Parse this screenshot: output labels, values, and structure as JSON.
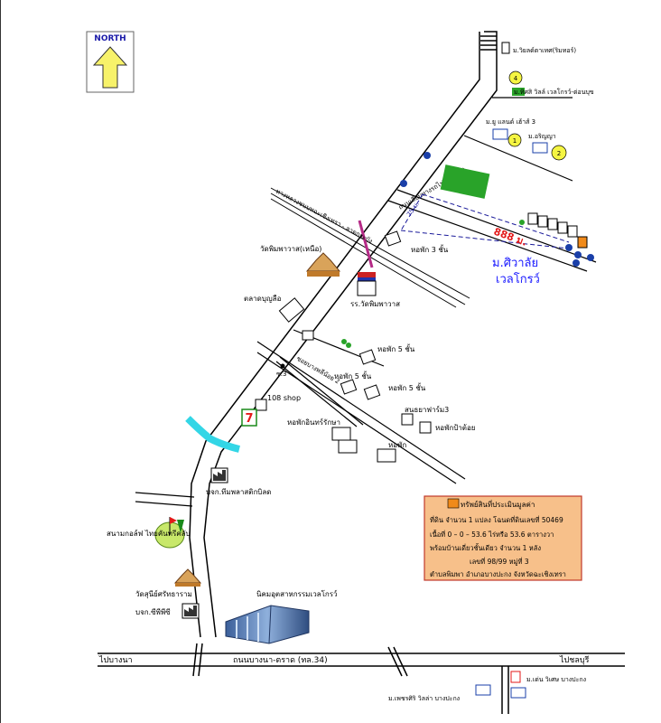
{
  "north_label": "NORTH",
  "labels": {
    "village_top": "ม.วิยลด์ตาเทศ(ริมทอร์)",
    "village_a": "ม.ทิศสิ วิลล์ เวลโกรว์-ต่อนบุข",
    "village_b": "ม.ยู แลนด์ เฮ้าส์ 3",
    "village_c": "ม.อริญญา",
    "road_diag_main": "ถนนเลียบทางรถไฟ (ร.ฟ.ท.)",
    "road_diag_left": "ทางหลวงชนบทฉะเชิงเทรา - ลาดกระบัง",
    "wat_north": "วัดพิมพาวาส(เหนือ)",
    "dorm_3": "หอพัก 3 ชั้น",
    "school": "รร.วัดพิมพาวาส",
    "market": "ตลาดบุญลือ",
    "dorm_5a": "หอพัก 5 ชั้น",
    "dorm_5b": "หอพัก 5 ชั้น",
    "dorm_5c": "หอพัก 5 ชั้น",
    "soi_3": "ซ.3",
    "soi_phimpha": "ซอยบางพลีน้อย 2",
    "shop_108": "108 shop",
    "dorm_inpaya": "หอพักอินทร์รักษา",
    "farm": "สนธยาฟาร์ม3",
    "dorm_pa": "หอพักป้าต้อย",
    "dorm": "หอพัก",
    "company_1": "บจก.ทีมพลาสติกบิลด",
    "golf": "สนามกอล์ฟ ไทยคันทรีคลับ",
    "wat_sri": "วัดสุนีย์ศรัทธาราม",
    "company_2": "บจก.ซีพีพีซี",
    "industrial": "นิคมอุตสาหกรรมเวลโกรว์",
    "to_bangna": "ไปบางนา",
    "road_main": "ถนนบางนา-ตราด (ทล.34)",
    "to_chonburi": "ไปชลบุรี",
    "village_d": "ม.เพชรศิริ วิลล่า บางปะกง",
    "village_e": "ม.เด่น วิเศษ บางปะกง",
    "distance": "888 ม.",
    "distance_small": "75 ม.",
    "target_name_1": "ม.ศิวาลัย",
    "target_name_2": "เวลโกรว์",
    "map_marker_4": "4",
    "map_marker_1": "1",
    "map_marker_2": "2",
    "seven_eleven": "7"
  },
  "property_info": {
    "title": "ทรัพย์สินที่ประเมินมูลค่า",
    "line1": "ที่ดิน  จำนวน 1 แปลง โฉนดที่ดินเลขที่ 50469",
    "line2": "เนื้อที่ 0 – 0 – 53.6 ไร่หรือ 53.6  ตารางวา",
    "line3": "พร้อมบ้านเดี่ยวชั้นเดียว  จำนวน  1 หลัง",
    "line4": "เลขที่ 98/99 หมู่ที่ 3",
    "line5": "ตำบลพิมพา อำเภอบางปะกง จังหวัดฉะเชิงเทรา"
  },
  "colors": {
    "road": "#000000",
    "water": "#33d6e6",
    "target_text": "#1a1aff",
    "distance_text": "#e31a1a",
    "info_bg": "#f7c08a",
    "info_border": "#c0392b",
    "park_green": "#29a329",
    "golf_green": "#c8e86a",
    "marker_yellow": "#f5f542"
  }
}
